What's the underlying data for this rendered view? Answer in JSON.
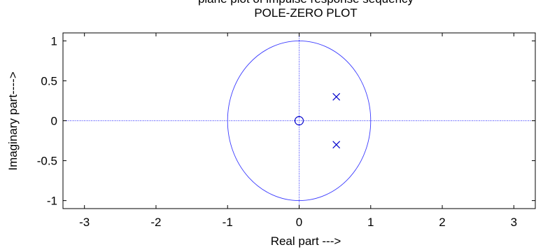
{
  "chart_data": {
    "type": "scatter",
    "title_partial": "plane plot of impulse response sequency",
    "title": "POLE-ZERO PLOT",
    "xlabel": "Real part --->",
    "ylabel": "Imaginary part---->",
    "xlim": [
      -3.3,
      3.3
    ],
    "ylim": [
      -1.1,
      1.1
    ],
    "xticks": [
      -3,
      -2,
      -1,
      0,
      1,
      2,
      3
    ],
    "yticks": [
      -1,
      -0.5,
      0,
      0.5,
      1
    ],
    "xtick_labels": [
      "-3",
      "-2",
      "-1",
      "0",
      "1",
      "2",
      "3"
    ],
    "ytick_labels": [
      "-1",
      "-0.5",
      "0",
      "0.5",
      "1"
    ],
    "grid": false,
    "unit_circle": {
      "center": [
        0,
        0
      ],
      "radius": 1
    },
    "zeros": [
      {
        "x": 0,
        "y": 0
      }
    ],
    "poles": [
      {
        "x": 0.52,
        "y": 0.3
      },
      {
        "x": 0.52,
        "y": -0.3
      }
    ],
    "colors": {
      "marker": "#0000cc",
      "circle": "#3a3aff",
      "axes_lines": "#2c2cff",
      "frame": "#000000"
    }
  }
}
